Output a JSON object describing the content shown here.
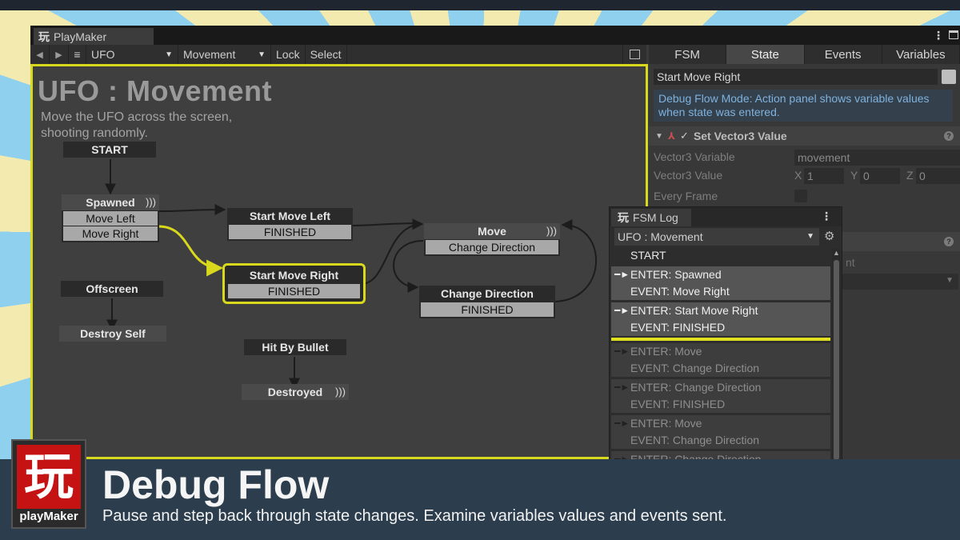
{
  "window": {
    "tab_label": "PlayMaker",
    "menu_glyph": "⋮"
  },
  "toolbar": {
    "back": "◀",
    "forward": "▶",
    "menu": "≡",
    "fsm_select": "UFO",
    "state_select": "Movement",
    "lock_label": "Lock",
    "select_label": "Select",
    "dropdown_arrow": "▼"
  },
  "graph": {
    "title": "UFO : Movement",
    "description": "Move the UFO across the screen, shooting randomly.",
    "nodes": {
      "start": {
        "title": "START"
      },
      "spawned": {
        "title": "Spawned",
        "rows": [
          "Move Left",
          "Move Right"
        ],
        "wave": ")))"
      },
      "start_move_left": {
        "title": "Start Move Left",
        "rows": [
          "FINISHED"
        ]
      },
      "start_move_right": {
        "title": "Start Move Right",
        "rows": [
          "FINISHED"
        ]
      },
      "move": {
        "title": "Move",
        "rows": [
          "Change Direction"
        ],
        "wave": ")))"
      },
      "change_direction": {
        "title": "Change Direction",
        "rows": [
          "FINISHED"
        ]
      },
      "offscreen": {
        "title": "Offscreen"
      },
      "destroy_self": {
        "title": "Destroy Self"
      },
      "hit_by_bullet": {
        "title": "Hit By Bullet"
      },
      "destroyed": {
        "title": "Destroyed",
        "wave": ")))"
      }
    }
  },
  "inspector": {
    "tabs": [
      "FSM",
      "State",
      "Events",
      "Variables"
    ],
    "active_tab": "State",
    "state_name": "Start Move Right",
    "info": "Debug Flow Mode: Action panel shows variable values when state was entered.",
    "action": {
      "name": "Set Vector3 Value",
      "vector3_variable_label": "Vector3 Variable",
      "vector3_variable_value": "movement",
      "vector3_value_label": "Vector3 Value",
      "x_label": "X",
      "x_value": "1",
      "y_label": "Y",
      "y_value": "0",
      "z_label": "Z",
      "z_value": "0",
      "every_frame_label": "Every Frame"
    },
    "partial_text": "nt"
  },
  "fsm_log": {
    "tab_label": "FSM Log",
    "selected_fsm": "UFO : Movement",
    "start": "START",
    "entries": [
      {
        "enter": "ENTER: Spawned",
        "event": "EVENT: Move Right"
      },
      {
        "enter": "ENTER: Start Move Right",
        "event": "EVENT: FINISHED"
      },
      {
        "enter": "ENTER: Move",
        "event": "EVENT: Change Direction"
      },
      {
        "enter": "ENTER: Change Direction",
        "event": "EVENT: FINISHED"
      },
      {
        "enter": "ENTER: Move",
        "event": "EVENT: Change Direction"
      },
      {
        "enter": "ENTER: Change Direction"
      }
    ]
  },
  "banner": {
    "logo_glyph": "玩",
    "logo_word": "playMaker",
    "title": "Debug Flow",
    "subtitle": "Pause and step back through state changes. Examine variables values and events sent."
  },
  "colors": {
    "selection": "#d8d81c",
    "banner": "#2c3e4e",
    "logo_red": "#c51212",
    "info_text": "#7fb1dd"
  }
}
